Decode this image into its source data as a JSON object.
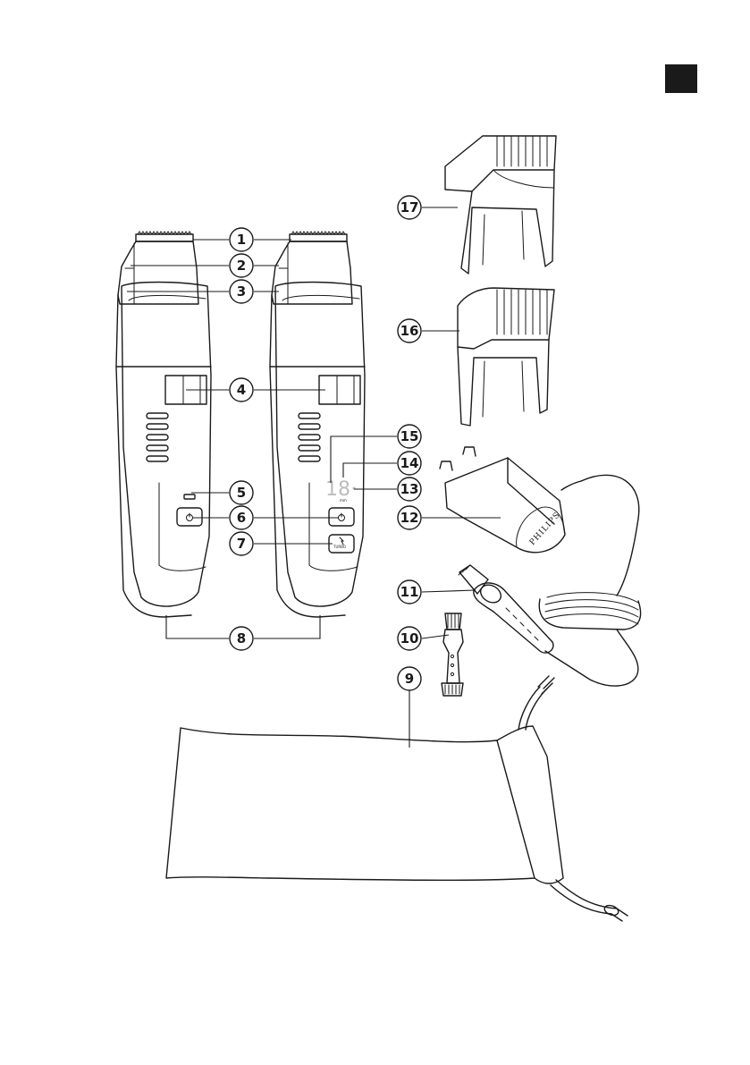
{
  "colors": {
    "ink": "#1a1a1a",
    "page": "#ffffff",
    "corner_square": "#1a1a1a",
    "display_grey": "#bcbcbc"
  },
  "corner_marker": {
    "shape": "filled-square"
  },
  "device_labels": {
    "brand": "PHILIPS",
    "display_digits": "18",
    "display_unit": "mm",
    "turbo_label": "TURBO"
  },
  "callouts": [
    {
      "number": "1",
      "part": "comb-teeth"
    },
    {
      "number": "2",
      "part": "trimmer-top"
    },
    {
      "number": "3",
      "part": "comb-slider"
    },
    {
      "number": "4",
      "part": "length-window"
    },
    {
      "number": "5",
      "part": "battery-indicator"
    },
    {
      "number": "6",
      "part": "power-button"
    },
    {
      "number": "7",
      "part": "turbo-button"
    },
    {
      "number": "8",
      "part": "handle-base"
    },
    {
      "number": "9",
      "part": "pouch"
    },
    {
      "number": "10",
      "part": "cleaning-brush"
    },
    {
      "number": "11",
      "part": "trimmer-head-tool"
    },
    {
      "number": "12",
      "part": "adapter"
    },
    {
      "number": "13",
      "part": "display-dot"
    },
    {
      "number": "14",
      "part": "display-unit"
    },
    {
      "number": "15",
      "part": "display"
    },
    {
      "number": "16",
      "part": "comb-short"
    },
    {
      "number": "17",
      "part": "comb-long"
    }
  ]
}
